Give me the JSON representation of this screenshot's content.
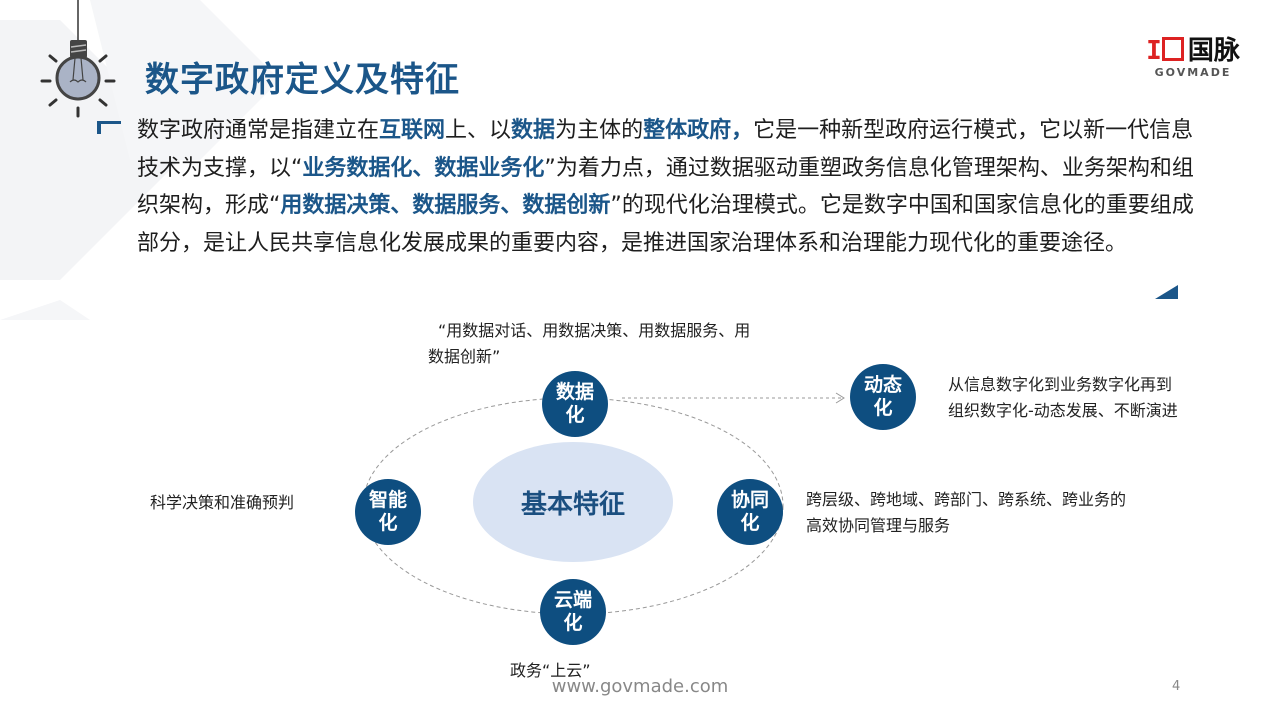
{
  "logo": {
    "text": "国脉",
    "subtext": "GOVMADE"
  },
  "title": "数字政府定义及特征",
  "paragraph": [
    {
      "t": "数字政府通常是指建立在"
    },
    {
      "t": "互联网",
      "b": true
    },
    {
      "t": "上、以"
    },
    {
      "t": "数据",
      "b": true
    },
    {
      "t": "为主体的"
    },
    {
      "t": "整体政府，",
      "b": true
    },
    {
      "t": "它是一种新型政府运行模式，它以新一代信息技术为支撑，以“"
    },
    {
      "t": "业务数据化、数据业务化",
      "b": true
    },
    {
      "t": "”为着力点，通过数据驱动重塑政务信息化管理架构、业务架构和组织架构，形成“"
    },
    {
      "t": "用数据决策、数据服务、数据创新",
      "b": true
    },
    {
      "t": "”的现代化治理模式。它是数字中国和国家信息化的重要组成部分，是让人民共享信息化发展成果的重要内容，是推进国家治理体系和治理能力现代化的重要途径。"
    }
  ],
  "diagram": {
    "center": "基本特征",
    "nodes": {
      "data": "数据化",
      "dynamic": "动态化",
      "smart": "智能化",
      "collab": "协同化",
      "cloud": "云端化"
    },
    "notes": {
      "data": "“用数据对话、用数据决策、用数据服务、用数据创新”",
      "dynamic": "从信息数字化到业务数字化再到组织数字化-动态发展、不断演进",
      "smart": "科学决策和准确预判",
      "collab": "跨层级、跨地域、跨部门、跨系统、跨业务的高效协同管理与服务",
      "cloud": "政务“上云”"
    }
  },
  "footer": {
    "url": "www.govmade.com",
    "page": "4"
  },
  "colors": {
    "accent": "#1b5689",
    "node": "#0e4e80",
    "center": "#d9e3f3"
  }
}
